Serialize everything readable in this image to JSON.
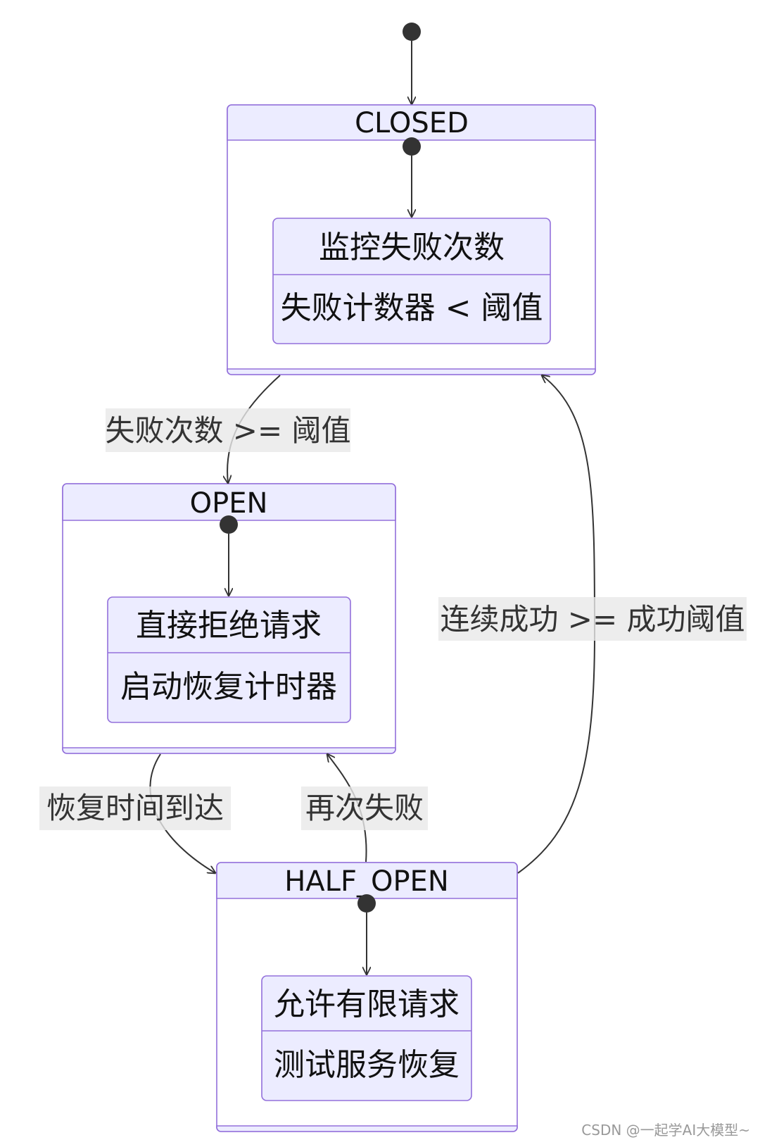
{
  "states": {
    "closed": {
      "title": "CLOSED",
      "inner_title": "监控失败次数",
      "inner_detail": "失败计数器 < 阈值"
    },
    "open": {
      "title": "OPEN",
      "inner_title": "直接拒绝请求",
      "inner_detail": "启动恢复计时器"
    },
    "half_open": {
      "title": "HALF_OPEN",
      "inner_title": "允许有限请求",
      "inner_detail": "测试服务恢复"
    }
  },
  "transitions": {
    "closed_to_open": "失败次数 >= 阈值",
    "open_to_half_open": "恢复时间到达",
    "half_open_to_open": "再次失败",
    "half_open_to_closed": "连续成功 >= 成功阈值"
  },
  "watermark": "CSDN @一起学AI大模型~",
  "colors": {
    "state_fill": "#ECECFF",
    "state_border": "#9370DB",
    "edge": "#333333",
    "label_background": "#E8E8E8"
  }
}
